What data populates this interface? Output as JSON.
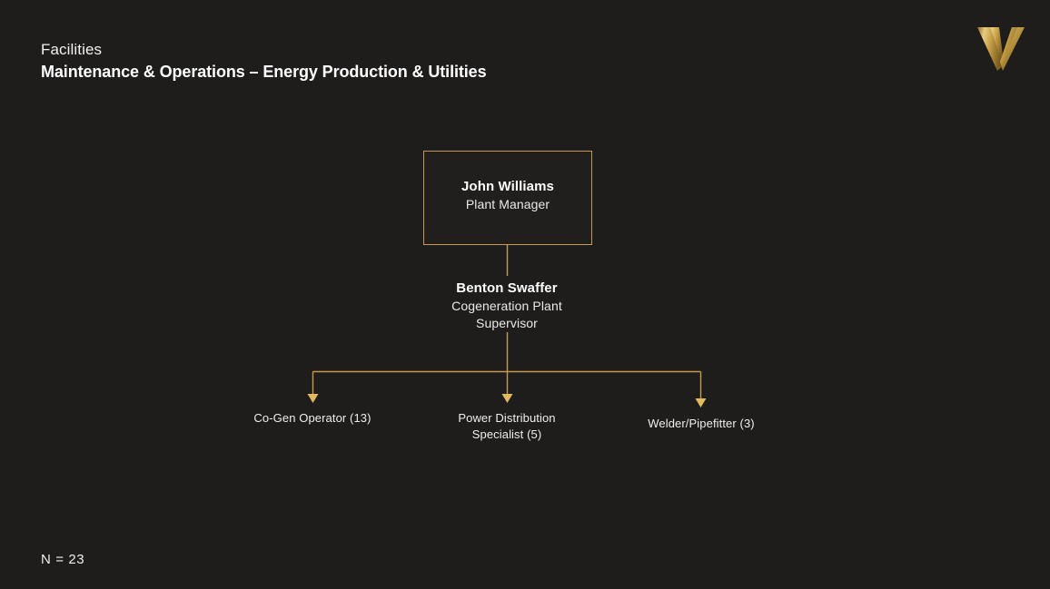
{
  "header": {
    "eyebrow": "Facilities",
    "title": "Maintenance & Operations – Energy Production & Utilities"
  },
  "logo": {
    "name": "vanderbilt-v-logo",
    "letter": "V",
    "gold_light": "#F0D48A",
    "gold_mid": "#C9A14A",
    "gold_dark": "#8A6A24"
  },
  "theme": {
    "background": "#1E1D1C",
    "connector": "#C49A4E",
    "box_border": "#C49A4E",
    "box_fill": "#211F1D",
    "text_primary": "#FFFFFF",
    "text_secondary": "#ECEAE8"
  },
  "chart_data": {
    "type": "org-chart",
    "title": "Maintenance & Operations – Energy Production & Utilities",
    "total_label": "N = 23",
    "total": 23,
    "nodes": [
      {
        "id": "plant-manager",
        "name": "John Williams",
        "title": "Plant Manager",
        "level": 1,
        "boxed": true,
        "count": null
      },
      {
        "id": "cogen-supervisor",
        "name": "Benton Swaffer",
        "title_line1": "Cogeneration Plant",
        "title_line2": "Supervisor",
        "level": 2,
        "boxed": false,
        "count": null
      }
    ],
    "leaves": [
      {
        "id": "co-gen-operator",
        "line1": "Co-Gen Operator (13)",
        "line2": "",
        "count": 13
      },
      {
        "id": "power-distribution-specialist",
        "line1": "Power Distribution",
        "line2": "Specialist (5)",
        "count": 5
      },
      {
        "id": "welder-pipefitter",
        "line1": "Welder/Pipefitter (3)",
        "line2": "",
        "count": 3
      }
    ]
  },
  "footer": {
    "n_label": "N = 23"
  }
}
